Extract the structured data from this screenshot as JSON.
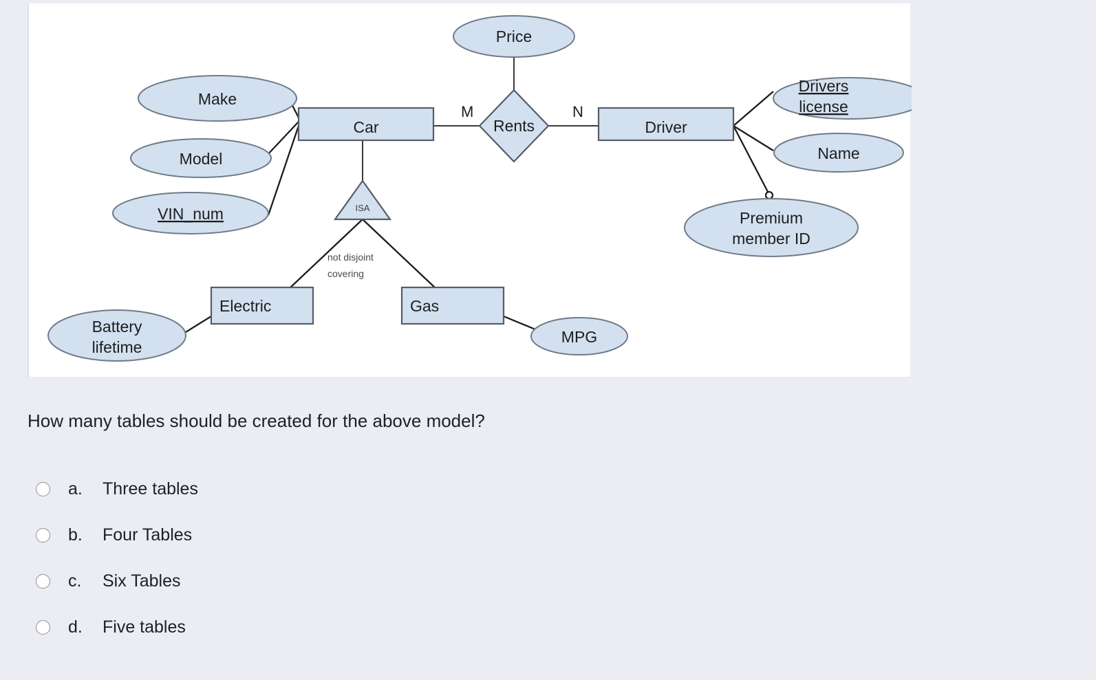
{
  "diagram": {
    "title": "ER diagram: Car rental model",
    "colors": {
      "shape_fill": "#d3e0ef",
      "shape_stroke": "#6f7b86",
      "line": "#1b1b1b",
      "panel_bg": "#ffffff",
      "page_bg": "#ebedf2"
    },
    "entities": [
      {
        "id": "car",
        "label": "Car"
      },
      {
        "id": "driver",
        "label": "Driver"
      },
      {
        "id": "electric",
        "label": "Electric"
      },
      {
        "id": "gas",
        "label": "Gas"
      }
    ],
    "relationships": [
      {
        "id": "rents",
        "label": "Rents"
      }
    ],
    "cardinalities": [
      {
        "id": "car-rents",
        "label": "M"
      },
      {
        "id": "rents-driver",
        "label": "N"
      }
    ],
    "attributes": [
      {
        "id": "make",
        "label": "Make",
        "key": false,
        "owner": "car"
      },
      {
        "id": "model",
        "label": "Model",
        "key": false,
        "owner": "car"
      },
      {
        "id": "vin_num",
        "label": "VIN_num",
        "key": true,
        "owner": "car"
      },
      {
        "id": "price",
        "label": "Price",
        "key": false,
        "owner": "rents"
      },
      {
        "id": "drivers_license",
        "label_line1": "Drivers",
        "label_line2": "license",
        "key": true,
        "owner": "driver"
      },
      {
        "id": "name",
        "label": "Name",
        "key": false,
        "owner": "driver"
      },
      {
        "id": "premium_member_id",
        "label_line1": "Premium",
        "label_line2": "member ID",
        "key": false,
        "owner": "driver",
        "optional": true
      },
      {
        "id": "battery_lifetime",
        "label_line1": "Battery",
        "label_line2": "lifetime",
        "key": false,
        "owner": "electric"
      },
      {
        "id": "mpg",
        "label": "MPG",
        "key": false,
        "owner": "gas"
      }
    ],
    "isa": {
      "label": "ISA",
      "constraint_line1": "not disjoint",
      "constraint_line2": "covering",
      "parent": "car",
      "children": [
        "electric",
        "gas"
      ]
    }
  },
  "question": {
    "text": "How many tables should be created for the above model?",
    "options": [
      {
        "letter": "a.",
        "label": "Three tables",
        "selected": false
      },
      {
        "letter": "b.",
        "label": "Four Tables",
        "selected": false
      },
      {
        "letter": "c.",
        "label": "Six Tables",
        "selected": false
      },
      {
        "letter": "d.",
        "label": "Five tables",
        "selected": false
      }
    ]
  }
}
